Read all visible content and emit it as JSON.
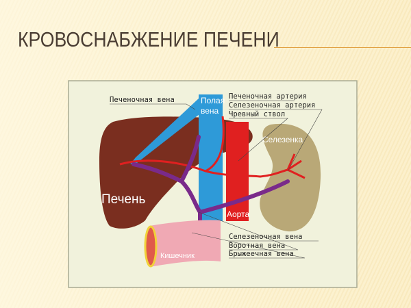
{
  "title": "КРОВОСНАБЖЕНИЕ ПЕЧЕНИ",
  "diagram": {
    "organs": {
      "liver": "Печень",
      "vena_cava": "Полая вена",
      "vena_cava_line1": "Полая",
      "vena_cava_line2": "вена",
      "aorta": "Аорта",
      "spleen": "Селезенка",
      "intestine": "Кишечник"
    },
    "labels": {
      "hepatic_vein": "Печеночная вена",
      "hepatic_artery": "Печеночная артерия",
      "splenic_artery": "Селезеночная артерия",
      "celiac_trunk": "Чревный ствол",
      "splenic_vein": "Селезеночная вена",
      "portal_vein": "Воротная вена",
      "mesenteric_vein": "Брыжеечная вена"
    },
    "colors": {
      "liver": "#7a2e1f",
      "vena_cava": "#2e9ad8",
      "aorta": "#e02020",
      "spleen": "#b9a877",
      "intestine": "#f0a9b4",
      "portal_vein": "#7a2a8a"
    }
  }
}
